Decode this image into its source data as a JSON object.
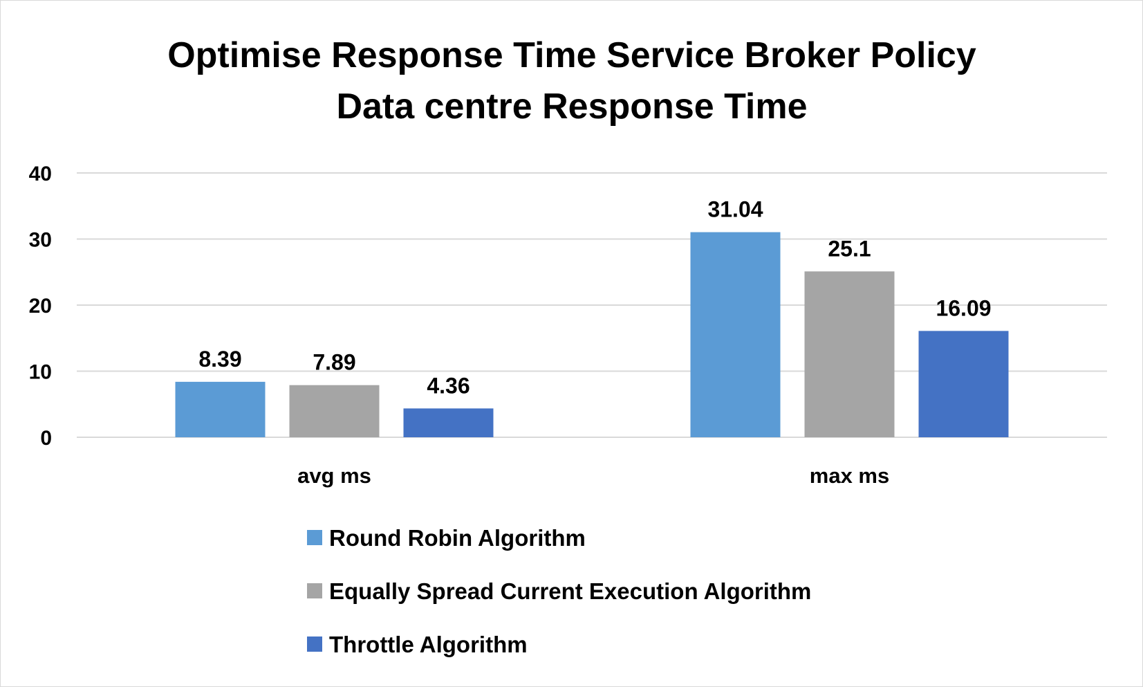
{
  "chart_data": {
    "type": "bar",
    "title": "Optimise Response Time Service Broker Policy",
    "subtitle": "Data centre Response Time",
    "categories": [
      "avg ms",
      "max ms"
    ],
    "series": [
      {
        "name": "Round Robin Algorithm",
        "values": [
          8.39,
          31.04
        ],
        "labels": [
          "8.39",
          "31.04"
        ],
        "color": "#5b9bd5"
      },
      {
        "name": "Equally Spread Current Execution Algorithm",
        "values": [
          7.89,
          25.1
        ],
        "labels": [
          "7.89",
          "25.1"
        ],
        "color": "#a5a5a5"
      },
      {
        "name": "Throttle Algorithm",
        "values": [
          4.36,
          16.09
        ],
        "labels": [
          "4.36",
          "16.09"
        ],
        "color": "#4472c4"
      }
    ],
    "ylim": [
      0,
      40
    ],
    "yticks": [
      "0",
      "10",
      "20",
      "30",
      "40"
    ],
    "xlabel": "",
    "ylabel": "",
    "grid": true,
    "legend_position": "bottom"
  }
}
